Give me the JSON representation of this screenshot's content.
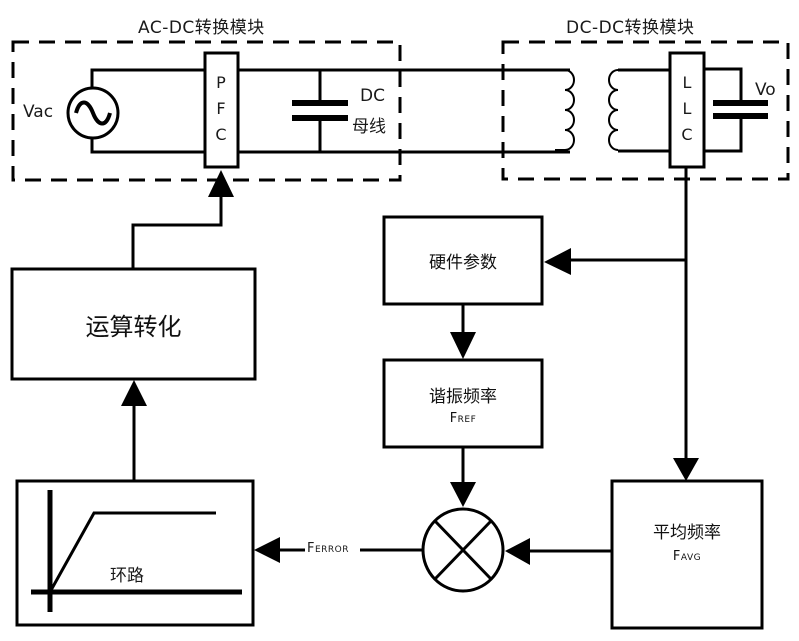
{
  "modules": {
    "ac_dc": {
      "title": "AC-DC转换模块",
      "source_label": "Vac",
      "pfc_letters": [
        "P",
        "F",
        "C"
      ],
      "bus_label_line1": "DC",
      "bus_label_line2": "母线"
    },
    "dc_dc": {
      "title": "DC-DC转换模块",
      "llc_letters": [
        "L",
        "L",
        "C"
      ],
      "output_label": "Vo"
    }
  },
  "blocks": {
    "compute": {
      "label": "运算转化"
    },
    "hardware_params": {
      "label": "硬件参数"
    },
    "resonant_freq": {
      "label": "谐振频率",
      "signal": "Fref"
    },
    "avg_freq": {
      "label": "平均频率",
      "signal": "Favg"
    },
    "loop": {
      "label": "环路"
    }
  },
  "signals": {
    "error": "Ferror"
  },
  "icons": {
    "ac_source": "ac-source-icon",
    "capacitor": "capacitor-icon",
    "transformer": "transformer-icon",
    "comparator": "summing-junction-icon",
    "loop_graph": "ramp-saturation-icon"
  },
  "colors": {
    "line": "#000000",
    "background": "#ffffff",
    "text": "#1a1a1a"
  }
}
